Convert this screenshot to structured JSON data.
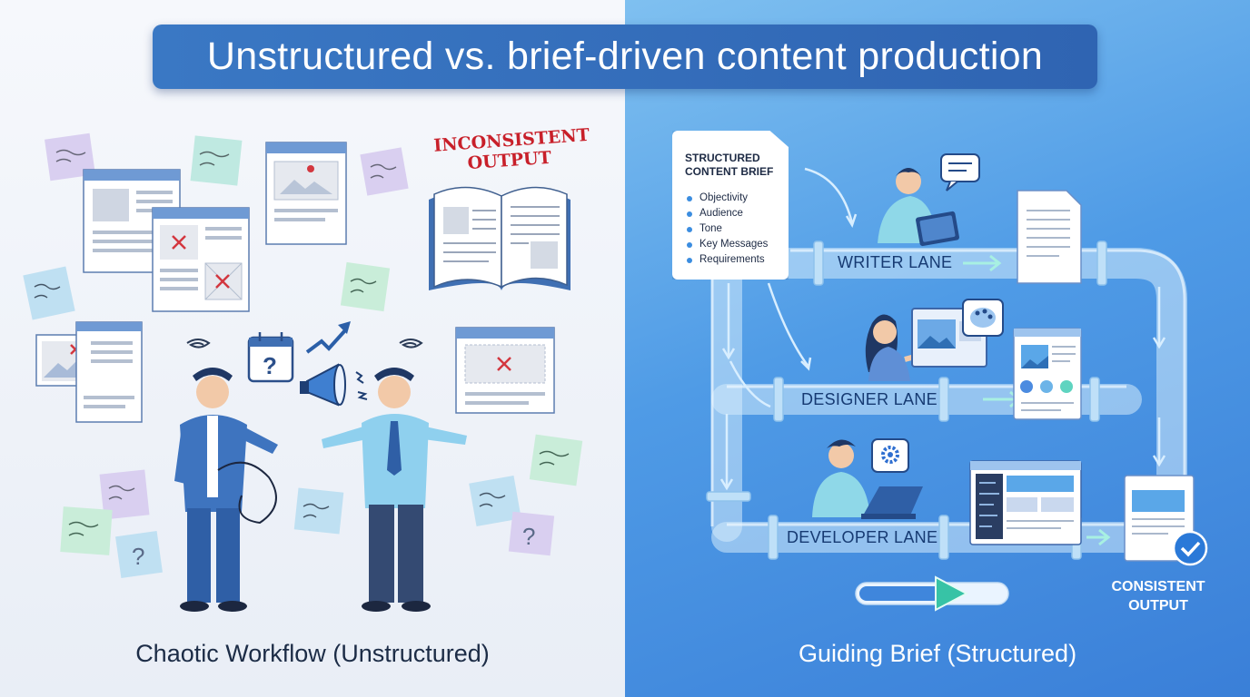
{
  "title": "Unstructured vs. brief-driven content production",
  "left_panel": {
    "caption": "Chaotic Workflow (Unstructured)",
    "stamp_line1": "INCONSISTENT",
    "stamp_line2": "OUTPUT"
  },
  "right_panel": {
    "caption": "Guiding Brief (Structured)",
    "brief": {
      "title_line1": "STRUCTURED",
      "title_line2": "CONTENT BRIEF",
      "items": [
        "Objectivity",
        "Audience",
        "Tone",
        "Key Messages",
        "Requirements"
      ]
    },
    "lanes": {
      "writer": "WRITER LANE",
      "designer": "DESIGNER LANE",
      "developer": "DEVELOPER LANE"
    },
    "output_line1": "CONSISTENT",
    "output_line2": "OUTPUT"
  },
  "colors": {
    "title_banner": "#3a78c4",
    "right_background": "#4f9be6",
    "stamp_red": "#c8202a",
    "pipe": "#cfe8fb",
    "check": "#2a79d8"
  }
}
